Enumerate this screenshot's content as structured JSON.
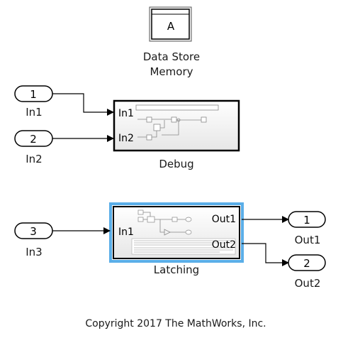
{
  "blocks": {
    "data_store": {
      "glyph": "A",
      "label_line1": "Data Store",
      "label_line2": "Memory"
    },
    "in1": {
      "number": "1",
      "label": "In1"
    },
    "in2": {
      "number": "2",
      "label": "In2"
    },
    "in3": {
      "number": "3",
      "label": "In3"
    },
    "out1": {
      "number": "1",
      "label": "Out1"
    },
    "out2": {
      "number": "2",
      "label": "Out2"
    },
    "debug": {
      "label": "Debug",
      "port_in1": "In1",
      "port_in2": "In2"
    },
    "latching": {
      "label": "Latching",
      "port_in1": "In1",
      "port_out1": "Out1",
      "port_out2": "Out2"
    }
  },
  "footer": {
    "copyright": "Copyright 2017 The MathWorks, Inc."
  },
  "colors": {
    "selection_highlight": "#5aaee8",
    "block_fill_top": "#ffffff",
    "block_fill_bottom": "#e8e8e8"
  }
}
